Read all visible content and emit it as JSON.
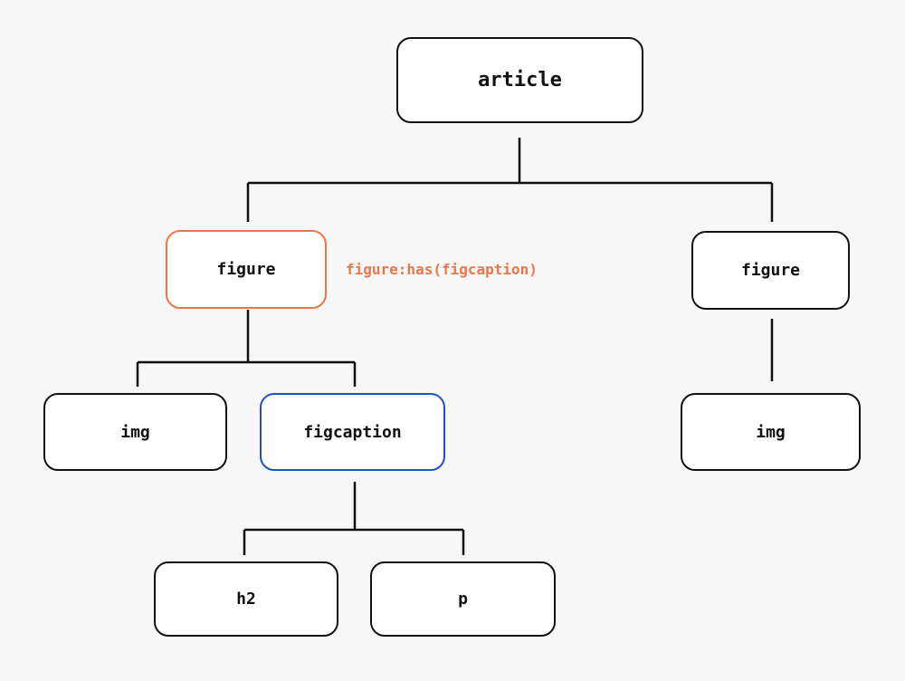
{
  "colors": {
    "highlight_orange": "#f07446",
    "highlight_blue": "#1f4fd6",
    "line": "#111111",
    "background": "#f7f7f7"
  },
  "nodes": {
    "article": "article",
    "figure_left": "figure",
    "figure_right": "figure",
    "img_left": "img",
    "figcaption": "figcaption",
    "img_right": "img",
    "h2": "h2",
    "p": "p"
  },
  "annotation": "figure:has(figcaption)"
}
